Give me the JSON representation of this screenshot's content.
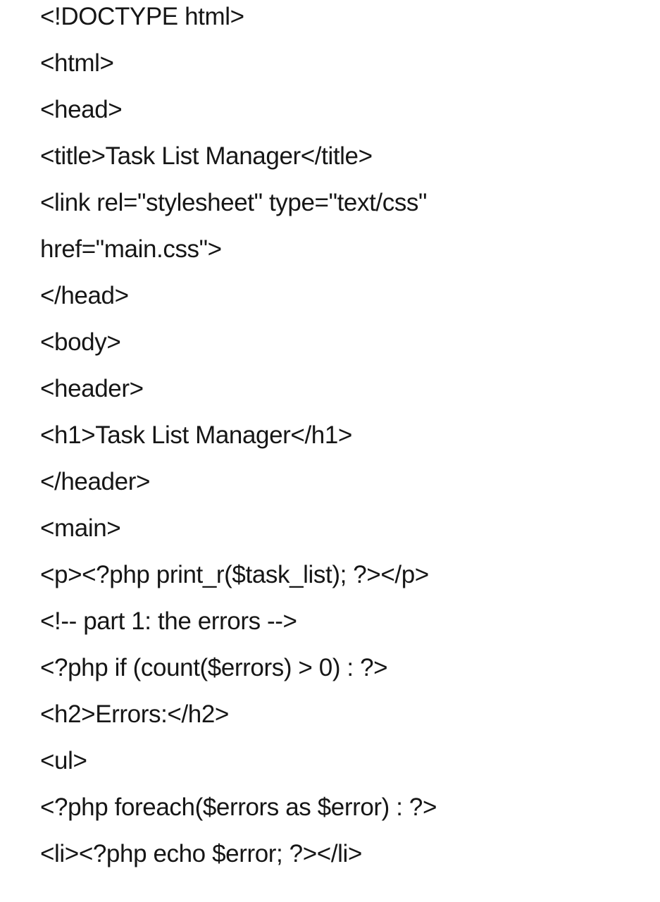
{
  "page": {
    "background_color": "#ffffff",
    "text_color": "#161616",
    "content_kind": "source-code-listing"
  },
  "code": {
    "language": "php-html",
    "lines": [
      {
        "text": "<!DOCTYPE html>",
        "indent": 0
      },
      {
        "text": "<html>",
        "indent": 0
      },
      {
        "text": "<head>",
        "indent": 0
      },
      {
        "text": "<title>Task List Manager</title>",
        "indent": 1
      },
      {
        "text": "<link rel=\"stylesheet\" type=\"text/css\"",
        "indent": 1,
        "wrapped": true
      },
      {
        "text": "href=\"main.css\">",
        "indent": 0,
        "wrap_continuation": true
      },
      {
        "text": "</head>",
        "indent": 0
      },
      {
        "text": "<body>",
        "indent": 0
      },
      {
        "text": "<header>",
        "indent": 1
      },
      {
        "text": "<h1>Task List Manager</h1>",
        "indent": 2
      },
      {
        "text": "</header>",
        "indent": 1
      },
      {
        "text": "<main>",
        "indent": 1
      },
      {
        "text": "<p><?php print_r($task_list); ?></p>",
        "indent": 2
      },
      {
        "text": "<!-- part 1: the errors -->",
        "indent": 2,
        "blank_line_before": true
      },
      {
        "text": "<?php if (count($errors) > 0) : ?>",
        "indent": 2
      },
      {
        "text": "<h2>Errors:</h2>",
        "indent": 2
      },
      {
        "text": "<ul>",
        "indent": 2
      },
      {
        "text": "<?php foreach($errors as $error) : ?>",
        "indent": 3
      },
      {
        "text": "<li><?php echo $error; ?></li>",
        "indent": 4
      }
    ]
  }
}
